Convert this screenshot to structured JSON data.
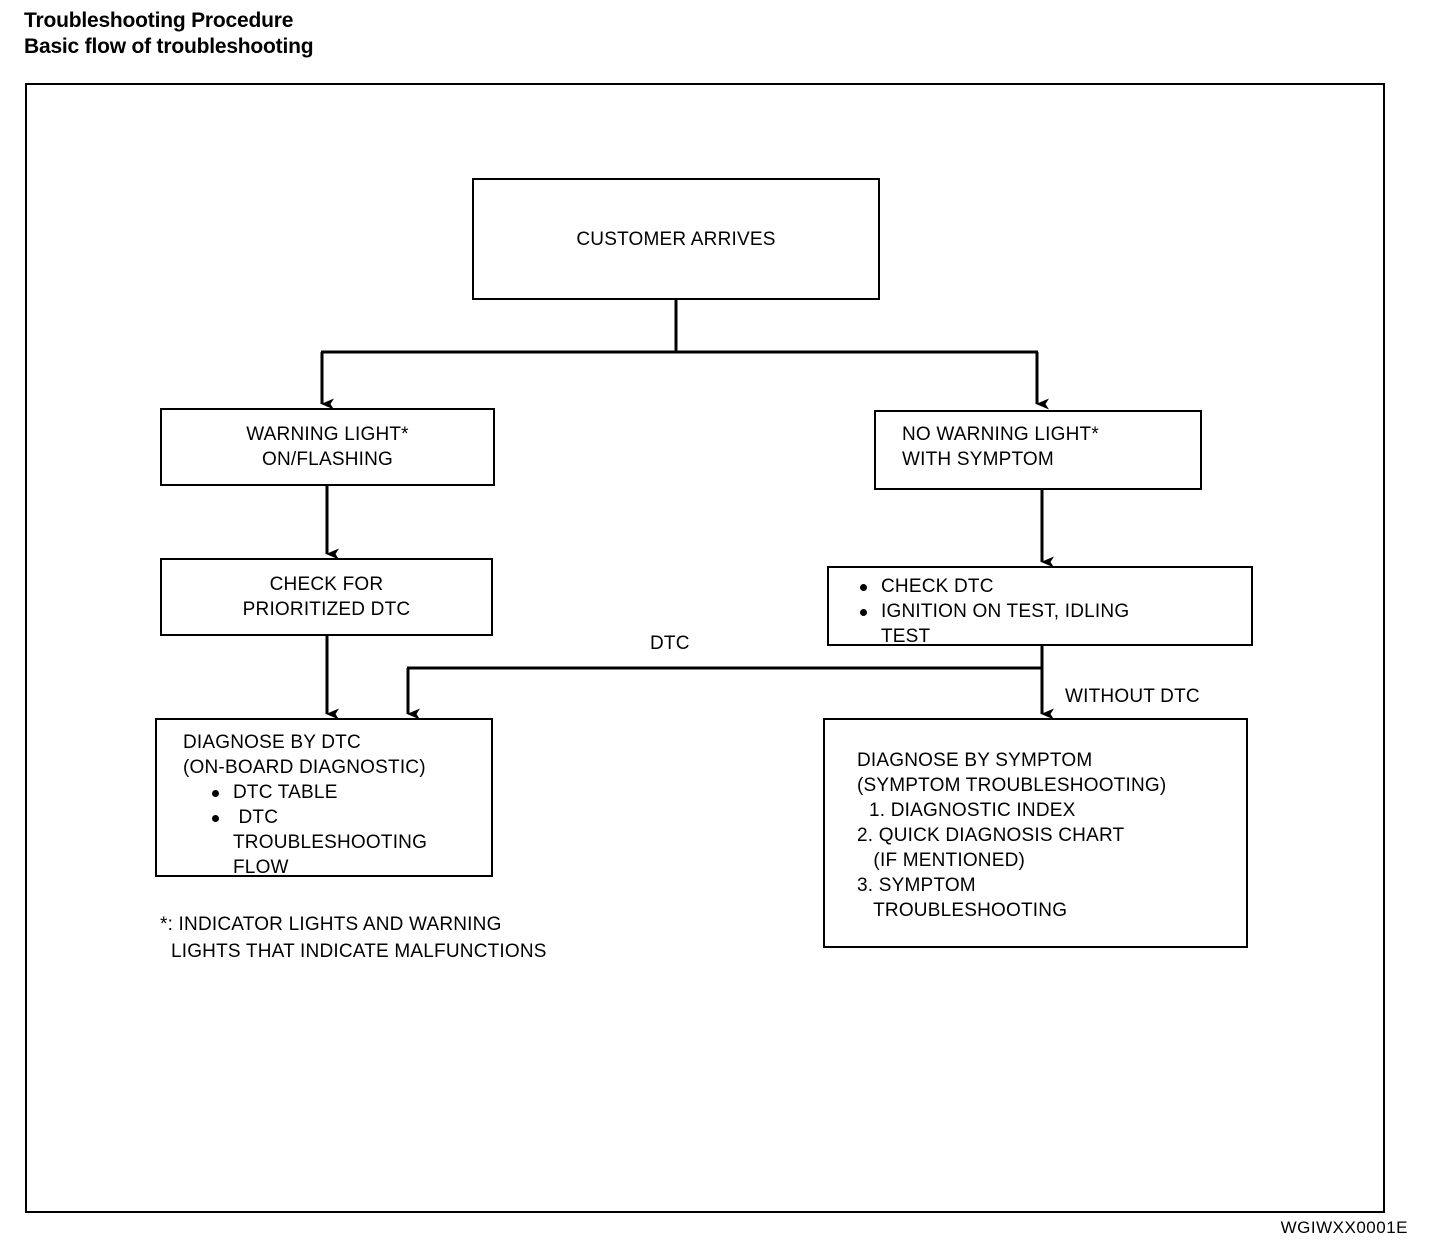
{
  "header": {
    "title_line1": "Troubleshooting Procedure",
    "title_line2": "Basic flow of troubleshooting"
  },
  "diagram": {
    "nodes": {
      "customer_arrives": {
        "label": "CUSTOMER ARRIVES"
      },
      "warning_light": {
        "line1": "WARNING LIGHT*",
        "line2": "ON/FLASHING"
      },
      "no_warning_light": {
        "line1": "NO WARNING LIGHT*",
        "line2": "WITH SYMPTOM"
      },
      "check_prioritized_dtc": {
        "line1": "CHECK FOR",
        "line2": "PRIORITIZED DTC"
      },
      "check_dtc_tests": {
        "bullet1": "CHECK DTC",
        "bullet2": "IGNITION ON TEST, IDLING",
        "bullet2_cont": "TEST"
      },
      "diagnose_by_dtc": {
        "line1": "DIAGNOSE BY DTC",
        "line2": "(ON-BOARD DIAGNOSTIC)",
        "bullet1": "DTC TABLE",
        "bullet2": " DTC",
        "bullet2_cont1": "TROUBLESHOOTING",
        "bullet2_cont2": "FLOW"
      },
      "diagnose_by_symptom": {
        "line1": "DIAGNOSE BY SYMPTOM",
        "line2": "(SYMPTOM TROUBLESHOOTING)",
        "item1": "1. DIAGNOSTIC INDEX",
        "item2": "2. QUICK DIAGNOSIS CHART",
        "item2_cont": "   (IF MENTIONED)",
        "item3": "3. SYMPTOM",
        "item3_cont": "   TROUBLESHOOTING"
      }
    },
    "edge_labels": {
      "dtc": "DTC",
      "without_dtc": "WITHOUT DTC"
    },
    "footnote": {
      "line1": "*: INDICATOR LIGHTS AND WARNING",
      "line2": "  LIGHTS THAT INDICATE MALFUNCTIONS"
    },
    "figure_code": "WGIWXX0001E",
    "colors": {
      "ink": "#000000",
      "paper": "#ffffff"
    }
  }
}
